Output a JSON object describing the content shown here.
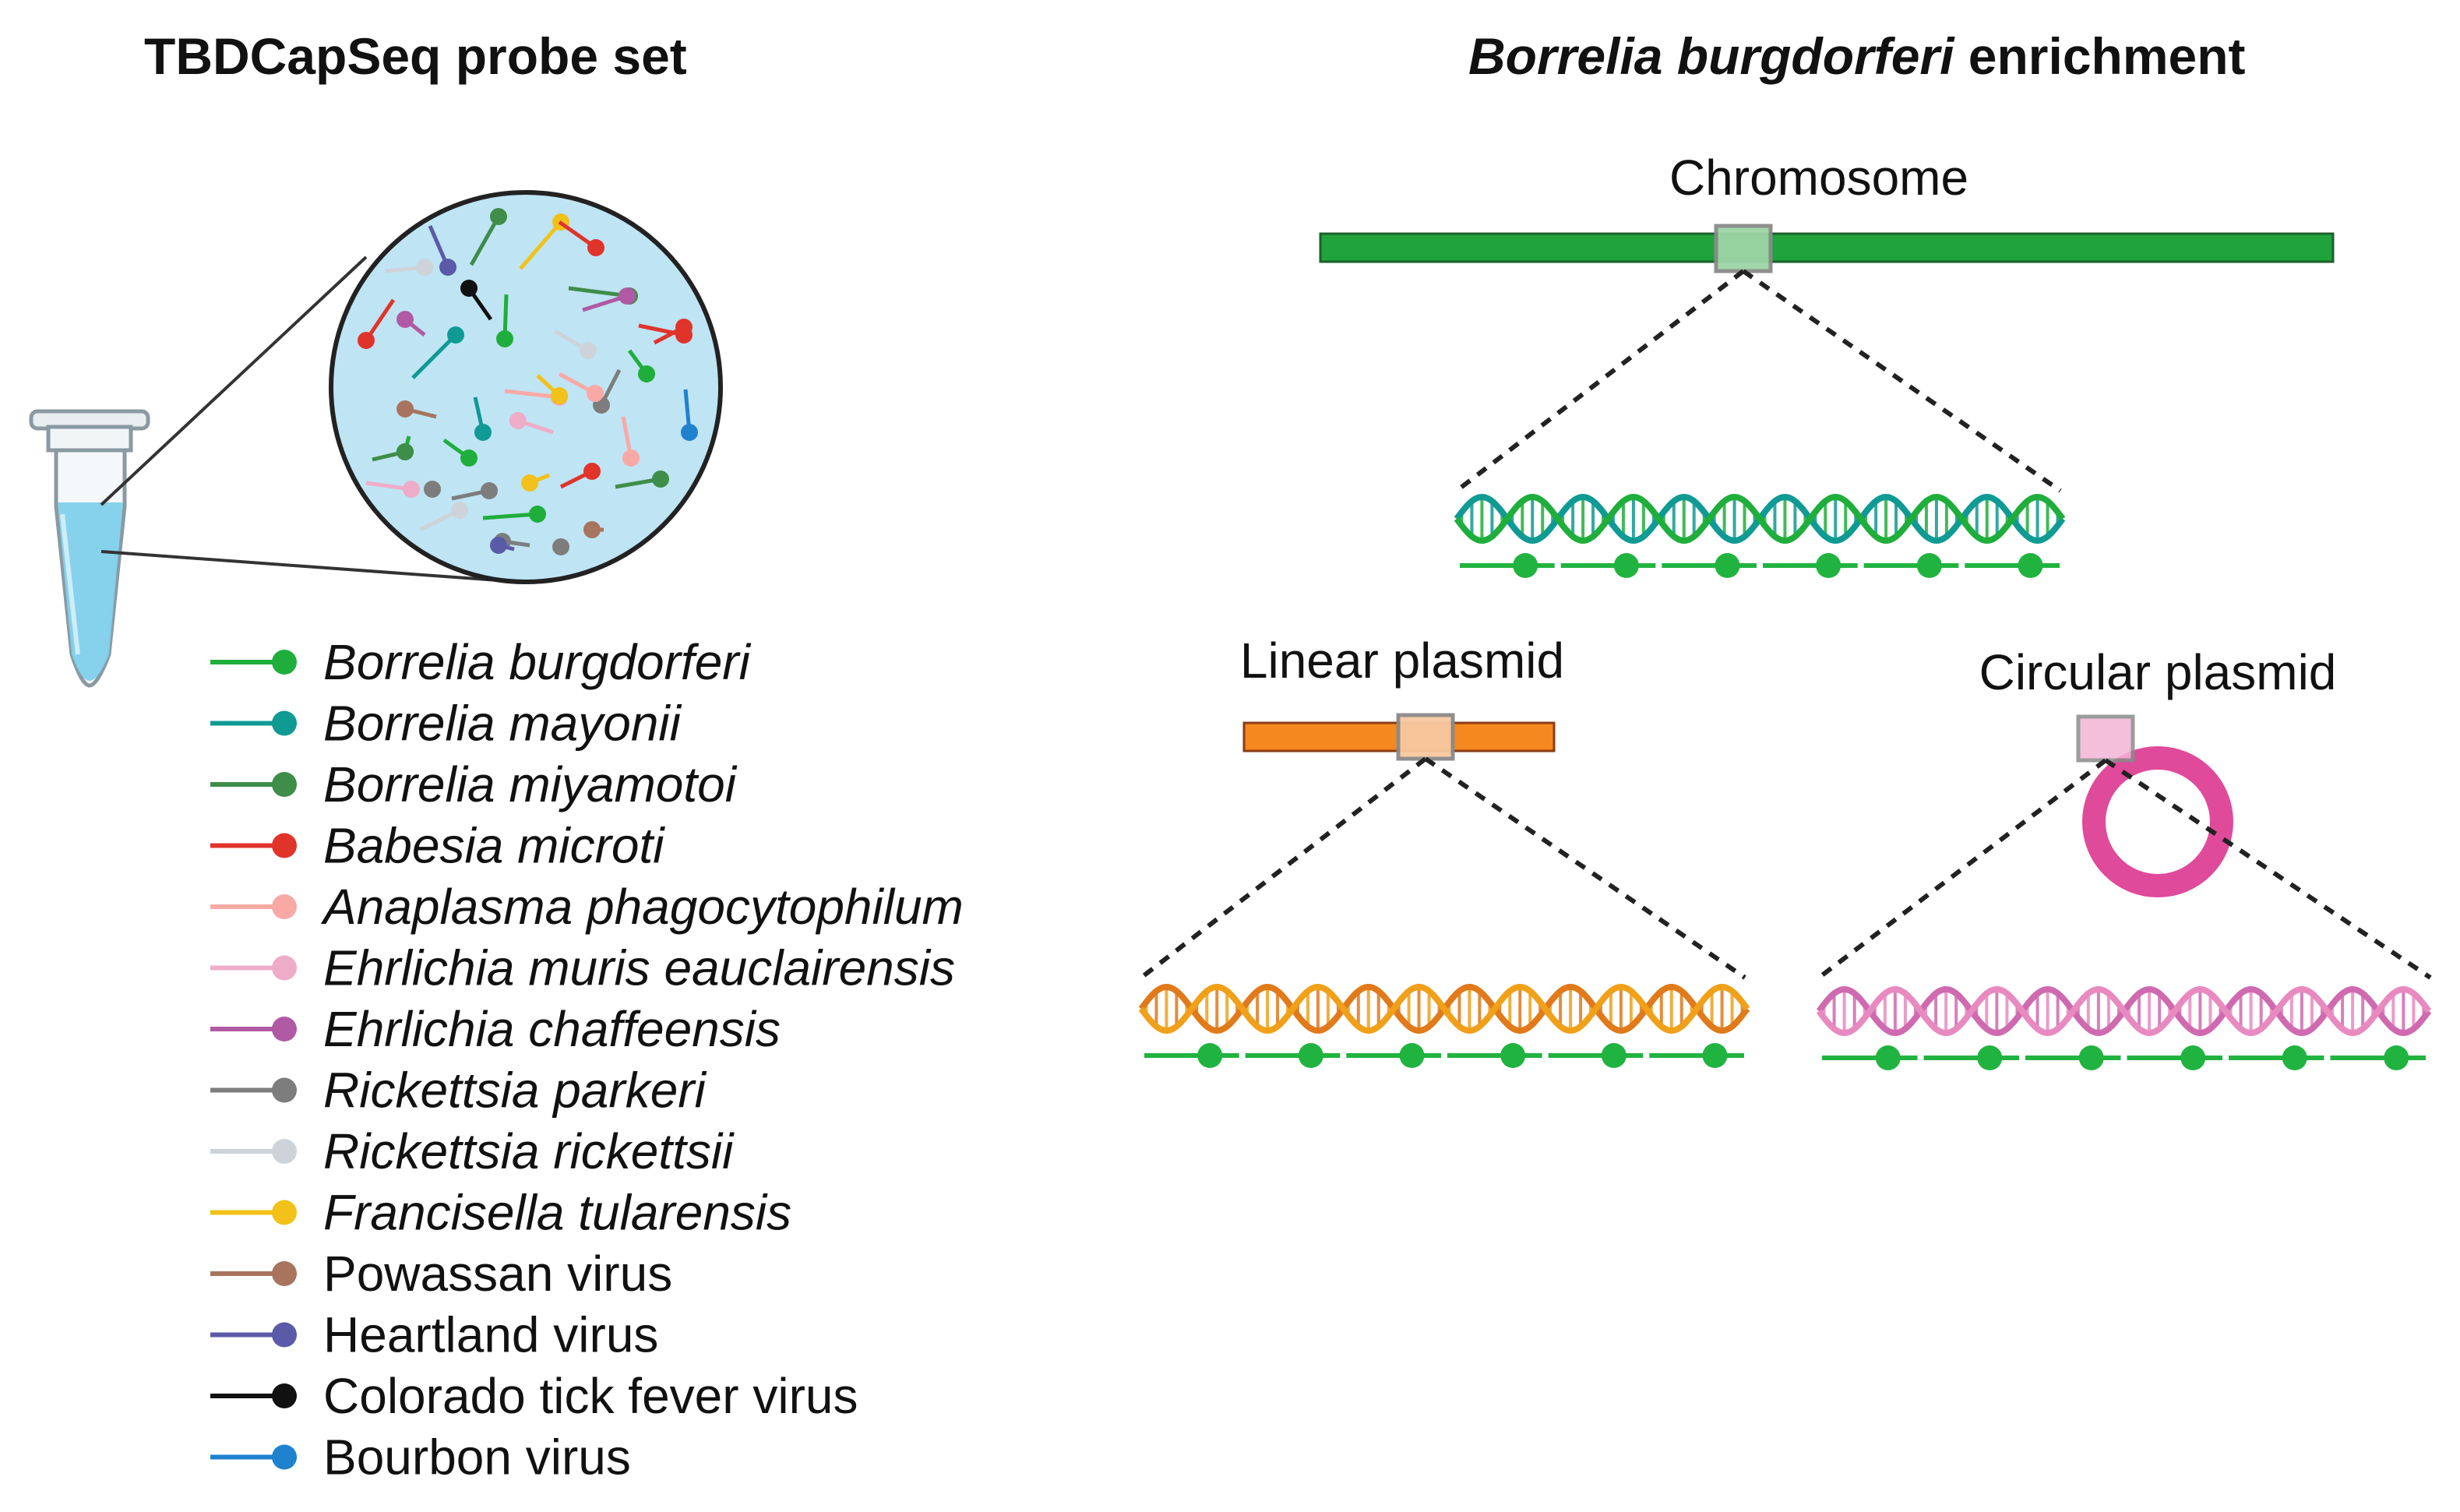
{
  "left_panel": {
    "title": "TBDCapSeq probe set",
    "legend": [
      {
        "label": "Borrelia burgdorferi",
        "italic": true,
        "color": "#1fae3b"
      },
      {
        "label": "Borrelia mayonii",
        "italic": true,
        "color": "#0f9a94"
      },
      {
        "label": "Borrelia miyamotoi",
        "italic": true,
        "color": "#3e8d49"
      },
      {
        "label": "Babesia microti",
        "italic": true,
        "color": "#e0342b"
      },
      {
        "label": "Anaplasma phagocytophilum",
        "italic": true,
        "color": "#f8a9a4"
      },
      {
        "label": "Ehrlichia muris eauclairensis",
        "italic": true,
        "color": "#efacc8"
      },
      {
        "label": "Ehrlichia chaffeensis",
        "italic": true,
        "color": "#b05aa4"
      },
      {
        "label": "Rickettsia parkeri",
        "italic": true,
        "color": "#7d7d7d"
      },
      {
        "label": "Rickettsia rickettsii",
        "italic": true,
        "color": "#cdd3d8"
      },
      {
        "label": "Francisella tularensis",
        "italic": true,
        "color": "#f2c11a"
      },
      {
        "label": "Powassan virus",
        "italic": false,
        "color": "#a8745e"
      },
      {
        "label": "Heartland virus",
        "italic": false,
        "color": "#5a5aa8"
      },
      {
        "label": "Colorado tick fever virus",
        "italic": false,
        "color": "#111111"
      },
      {
        "label": "Bourbon virus",
        "italic": false,
        "color": "#1f82cf"
      }
    ],
    "colors": {
      "tube_liquid": "#7fd0ec",
      "circle_fill": "#bfe4f4"
    }
  },
  "right_panel": {
    "title_italic": "Borrelia burgdorferi",
    "title_rest": " enrichment",
    "chromosome_label": "Chromosome",
    "linear_plasmid_label": "Linear plasmid",
    "circular_plasmid_label": "Circular plasmid",
    "colors": {
      "chromosome": "#1fa33c",
      "linear_plasmid": "#f5891f",
      "circular_plasmid": "#e04a9a",
      "probe": "#21b33f",
      "dna_chrom_a": "#1fae3b",
      "dna_chrom_b": "#0f9a94",
      "dna_linear_a": "#f0a019",
      "dna_linear_b": "#e07a1a",
      "dna_circ_a": "#e88ac0",
      "dna_circ_b": "#cf6ab0"
    }
  }
}
